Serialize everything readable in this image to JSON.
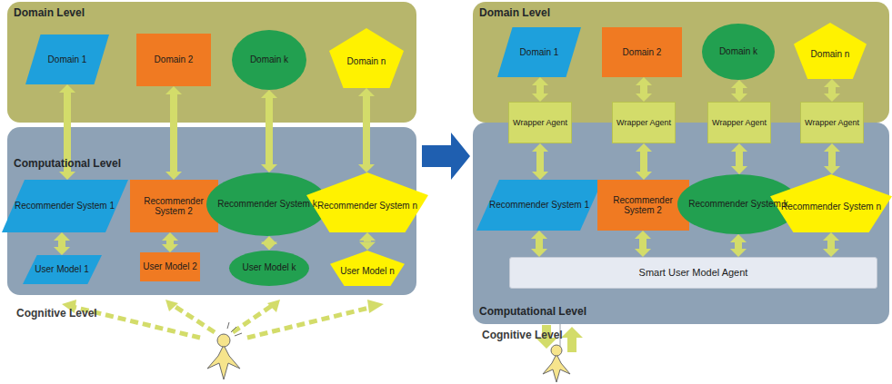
{
  "diagram": {
    "nodes": [
      {
        "text": [
          "Domain Level"
        ]
      },
      {
        "text": [
          "Domain 1"
        ],
        "in": 0
      },
      {
        "text": [
          "Domain 2"
        ],
        "in": 0
      },
      {
        "text": [
          "Domain k"
        ],
        "in": 0
      },
      {
        "text": [
          "Domain n"
        ],
        "in": 0
      },
      {
        "text": [
          "Computational Level"
        ]
      },
      {
        "text": [
          "Recommender System 1"
        ],
        "in": 5
      },
      {
        "text": [
          "Recommender System 2"
        ],
        "in": 5
      },
      {
        "text": [
          "Recommender System k"
        ],
        "in": 5
      },
      {
        "text": [
          "Recommender System n"
        ],
        "in": 5
      },
      {
        "text": [
          "User Model 1"
        ],
        "in": 5
      },
      {
        "text": [
          "User Model 2"
        ],
        "in": 5
      },
      {
        "text": [
          "User Model k"
        ],
        "in": 5
      },
      {
        "text": [
          "User Model n"
        ],
        "in": 5
      },
      {
        "text": [
          "Domain Level"
        ]
      },
      {
        "text": [
          "Domain 1"
        ],
        "in": 14
      },
      {
        "text": [
          "Domain 2"
        ],
        "in": 14
      },
      {
        "text": [
          "Domain k"
        ],
        "in": 14
      },
      {
        "text": [
          "Domain n"
        ],
        "in": 14
      },
      {
        "text": [
          "Computational Level"
        ]
      },
      {
        "text": [
          "Wrapper Agent"
        ]
      },
      {
        "text": [
          "Wrapper Agent"
        ]
      },
      {
        "text": [
          "Wrapper Agent"
        ]
      },
      {
        "text": [
          "Wrapper Agent"
        ]
      },
      {
        "text": [
          "Recommender System 1"
        ],
        "in": 19
      },
      {
        "text": [
          "Recommender System 2"
        ],
        "in": 19
      },
      {
        "text": [
          "Recommender System k"
        ],
        "in": 19
      },
      {
        "text": [
          "Recommender System n"
        ],
        "in": 19
      },
      {
        "text": [
          "Smart User Model Agent"
        ],
        "in": 19
      }
    ],
    "edges": [
      {
        "from": 1,
        "to": 6,
        "arrow": "both"
      },
      {
        "from": 2,
        "to": 7,
        "arrow": "both"
      },
      {
        "from": 3,
        "to": 8,
        "arrow": "both"
      },
      {
        "from": 4,
        "to": 9,
        "arrow": "both"
      },
      {
        "from": 6,
        "to": 10,
        "arrow": "both"
      },
      {
        "from": 7,
        "to": 11,
        "arrow": "both"
      },
      {
        "from": 8,
        "to": 12,
        "arrow": "both"
      },
      {
        "from": 9,
        "to": 13,
        "arrow": "both"
      },
      {
        "from": 15,
        "to": 20,
        "arrow": "both"
      },
      {
        "from": 16,
        "to": 21,
        "arrow": "both"
      },
      {
        "from": 17,
        "to": 22,
        "arrow": "both"
      },
      {
        "from": 18,
        "to": 23,
        "arrow": "both"
      },
      {
        "from": 20,
        "to": 24,
        "arrow": "both"
      },
      {
        "from": 21,
        "to": 25,
        "arrow": "both"
      },
      {
        "from": 22,
        "to": 26,
        "arrow": "both"
      },
      {
        "from": 23,
        "to": 27,
        "arrow": "both"
      },
      {
        "from": 24,
        "to": 28,
        "arrow": "both"
      },
      {
        "from": 25,
        "to": 28,
        "arrow": "both"
      },
      {
        "from": 26,
        "to": 28,
        "arrow": "both"
      },
      {
        "from": 27,
        "to": 28,
        "arrow": "both"
      }
    ],
    "labels": [
      "Cognitive Level",
      "Cognitive Level"
    ]
  }
}
